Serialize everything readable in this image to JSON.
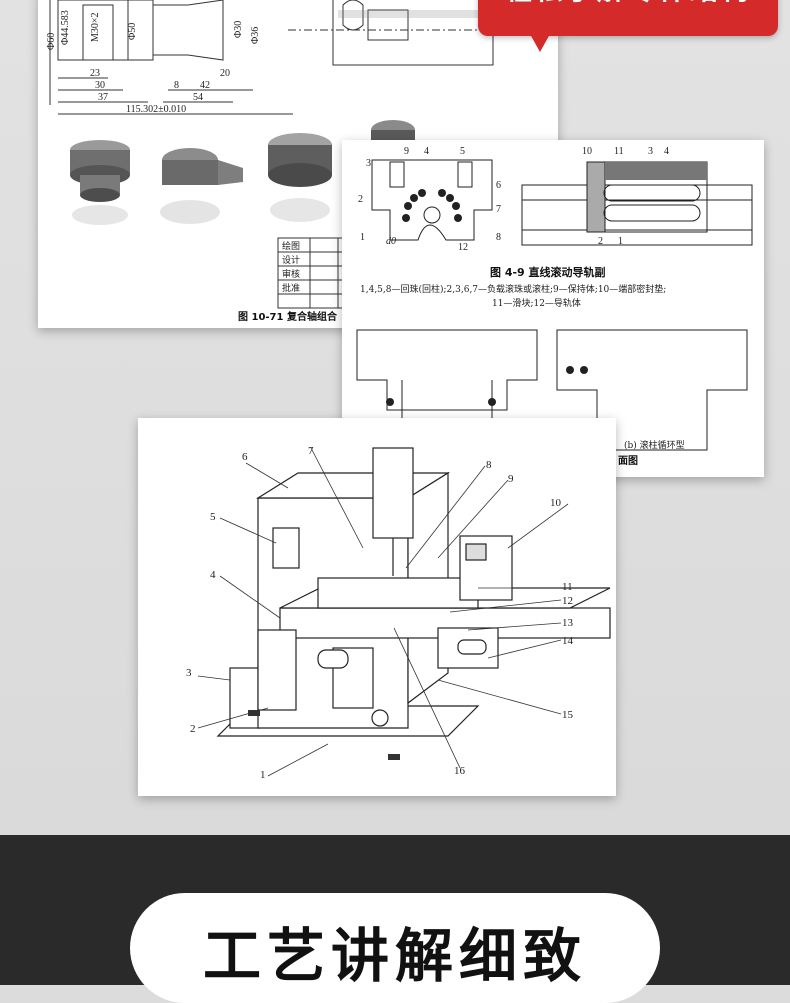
{
  "ribbon": {
    "text": "轻松了解零件结构"
  },
  "drawing_card": {
    "dims": {
      "d1": "Φ44.583",
      "d2": "M30×2",
      "d3": "Φ50",
      "d4": "Φ30",
      "d5": "Φ36",
      "w1": "23",
      "w2": "30",
      "w3": "37",
      "w4": "8",
      "w5": "42",
      "w6": "20",
      "w7": "54",
      "w8": "115.302±0.010",
      "d0": "Φ60"
    },
    "title_block": [
      "绘图",
      "设计",
      "审核",
      "批准"
    ],
    "caption": "图 10-71   复合轴组合"
  },
  "guide_card": {
    "fig_title": "图 4-9    直线滚动导轨副",
    "fig_desc_1": "1,4,5,8—回珠(回柱);2,3,6,7—负载滚珠或滚柱;9—保持体;10—端部密封垫;",
    "fig_desc_2": "11—滑块;12—导轨体",
    "sub_b": "(b) 滚柱循环型",
    "sub_tail": "面图",
    "left_labels": [
      "3",
      "9",
      "4",
      "5",
      "6",
      "2",
      "7",
      "1",
      "d0",
      "12",
      "8"
    ],
    "right_labels": [
      "10",
      "11",
      "3",
      "4",
      "2",
      "1"
    ]
  },
  "machine_card": {
    "callouts": [
      "1",
      "2",
      "3",
      "4",
      "5",
      "6",
      "7",
      "8",
      "9",
      "10",
      "11",
      "12",
      "13",
      "14",
      "15",
      "16"
    ]
  },
  "banner": {
    "text": "工艺讲解细致"
  }
}
